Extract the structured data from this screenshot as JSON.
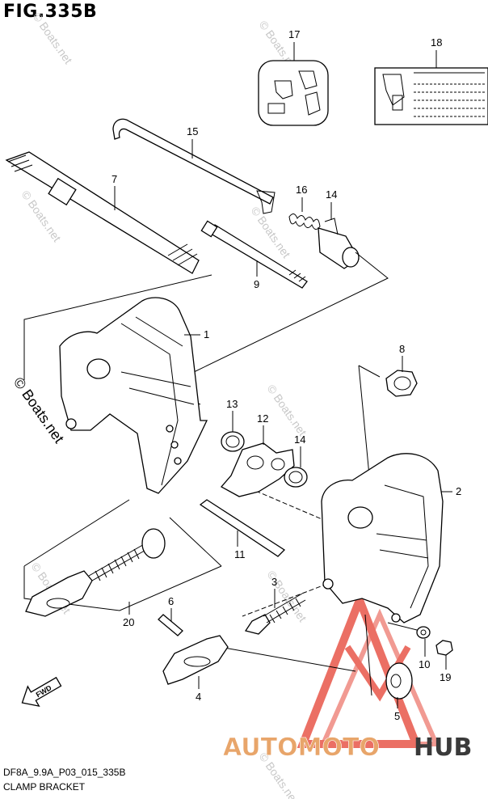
{
  "figure": {
    "title": "FIG.335B",
    "code": "DF8A_9.9A_P03_015_335B",
    "name": "CLAMP BRACKET",
    "fwd_label": "FWD"
  },
  "watermarks": {
    "side": "© Boats.net",
    "small": "© Boats.net"
  },
  "brand": {
    "part1": "AUTOMOTO",
    "part2": "HUB",
    "color_main": "#e8a56a",
    "color_accent": "#3a3a3a",
    "triangle_color": "#e8574a"
  },
  "callouts": [
    "1",
    "2",
    "3",
    "4",
    "5",
    "6",
    "7",
    "8",
    "9",
    "10",
    "11",
    "12",
    "13",
    "14",
    "14",
    "15",
    "16",
    "17",
    "18",
    "19",
    "20"
  ]
}
